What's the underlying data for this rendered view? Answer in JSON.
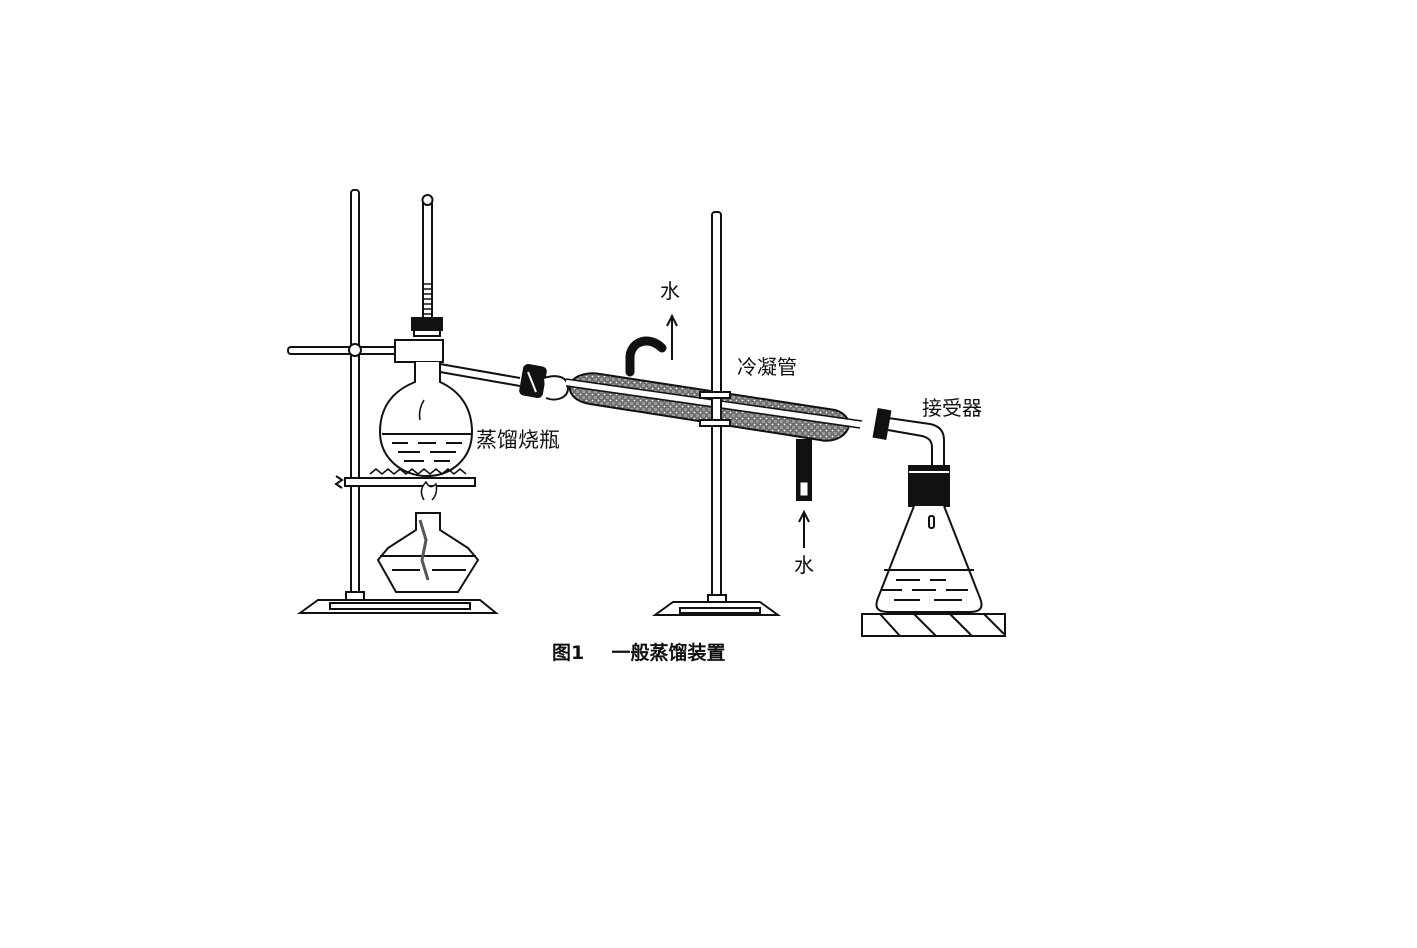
{
  "figure": {
    "caption": "图1  一般蒸馏装置",
    "caption_number": "图1",
    "caption_title": "一般蒸馏装置",
    "labels": {
      "distillation_flask": "蒸馏烧瓶",
      "condenser": "冷凝管",
      "receiver": "接受器",
      "water_out": "水",
      "water_in": "水"
    },
    "components": [
      "iron-stand-left",
      "thermometer",
      "distillation-flask",
      "wire-gauze-ring",
      "alcohol-lamp",
      "condenser",
      "iron-stand-middle",
      "adapter",
      "erlenmeyer-flask-receiver",
      "wooden-block"
    ],
    "colors": {
      "line": "#111111",
      "background": "#ffffff",
      "condenser_fill": "#7a7a7a"
    }
  }
}
